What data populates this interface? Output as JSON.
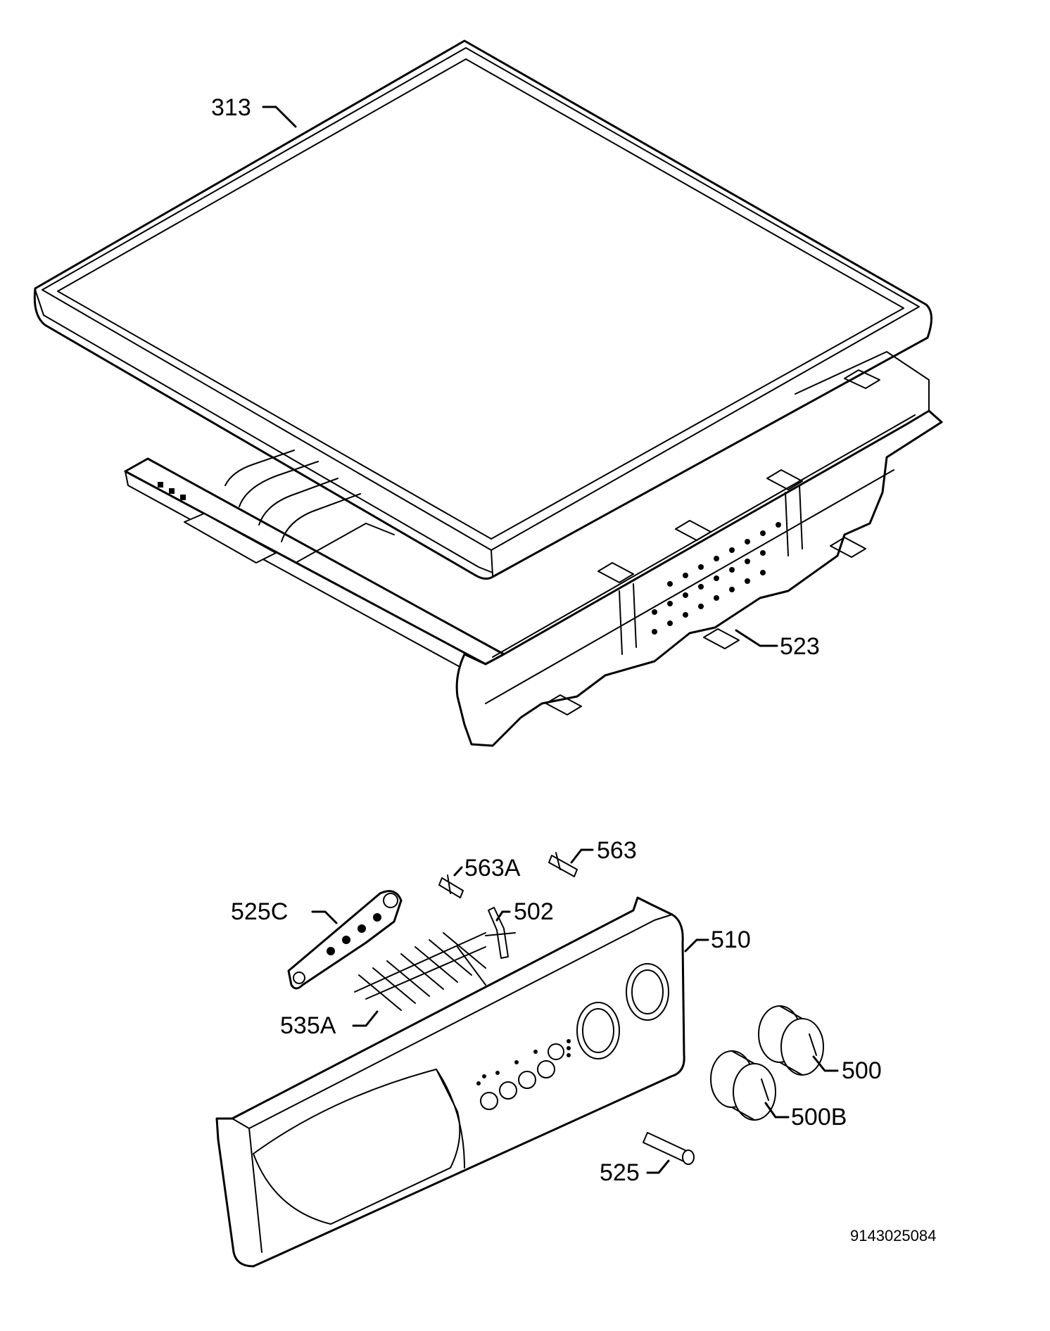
{
  "callouts": {
    "p313": "313",
    "p523": "523",
    "p563": "563",
    "p563a": "563A",
    "p525c": "525C",
    "p502": "502",
    "p510": "510",
    "p535a": "535A",
    "p500": "500",
    "p500b": "500B",
    "p525": "525"
  },
  "document_number": "9143025084"
}
